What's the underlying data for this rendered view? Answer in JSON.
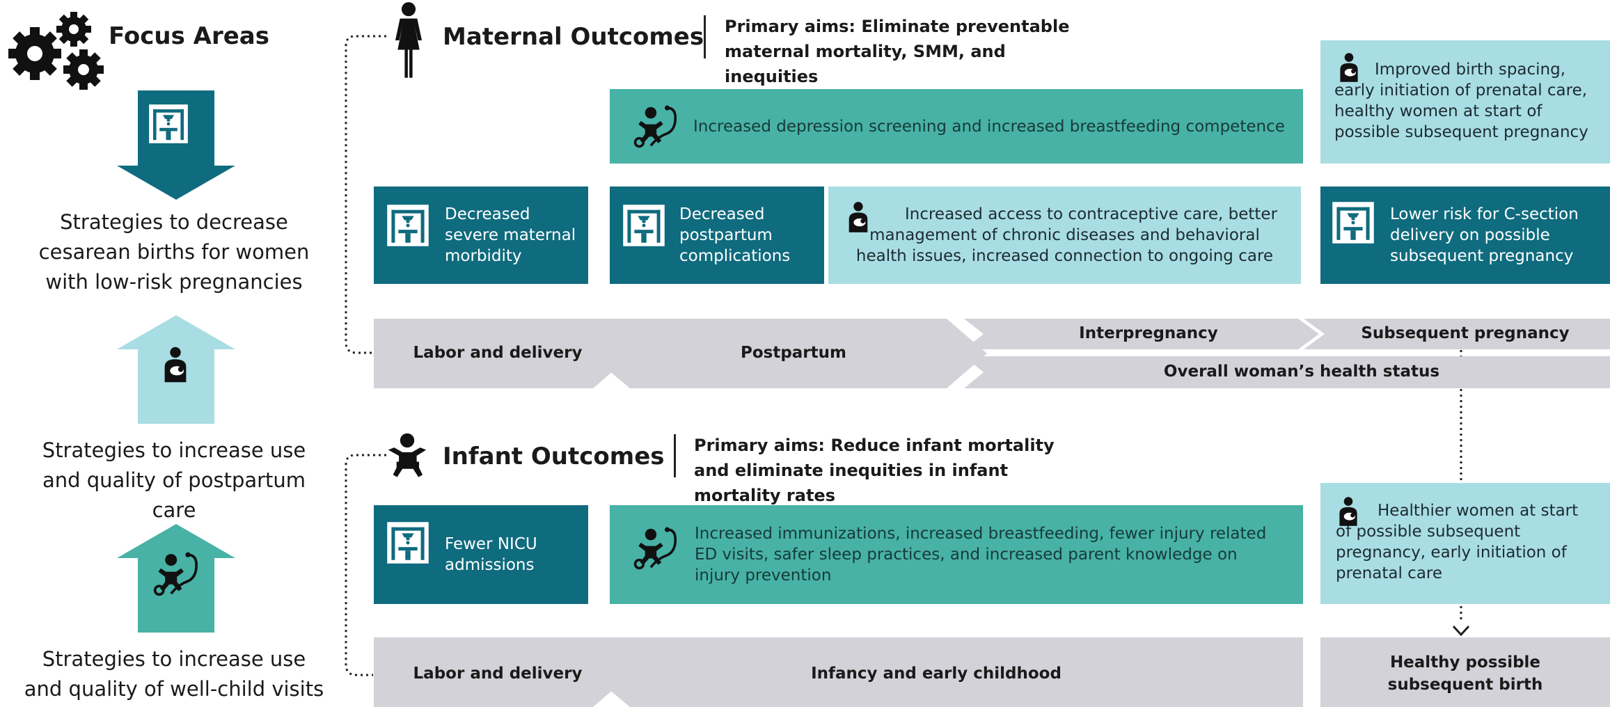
{
  "focus": {
    "title": "Focus Areas",
    "strategies": [
      "Strategies to decrease cesarean births for women with low-risk pregnancies",
      "Strategies to increase use and quality of postpartum care",
      "Strategies to increase use and quality of well-child visits"
    ],
    "colors": {
      "dark": "#0f6b7e",
      "light": "#a8dde3",
      "mid": "#47b2a5"
    }
  },
  "maternal": {
    "title": "Maternal Outcomes",
    "aims": "Primary aims: Eliminate preventable maternal mortality, SMM, and inequities",
    "boxes": {
      "birth_spacing": "Improved birth spacing, early initiation of prenatal care, healthy women at start of possible subsequent pregnancy",
      "depression": "Increased depression screening and increased breastfeeding competence",
      "smm": "Decreased severe maternal morbidity",
      "complications": "Decreased postpartum complications",
      "contraceptive": "Increased access to contraceptive care, better management of chronic diseases and behavioral health issues, increased connection to ongoing care",
      "csection": "Lower risk for C-section delivery on possible subsequent pregnancy"
    },
    "timeline": [
      "Labor and delivery",
      "Postpartum",
      "Interpregnancy",
      "Subsequent pregnancy",
      "Overall woman’s health status"
    ]
  },
  "infant": {
    "title": "Infant Outcomes",
    "aims": "Primary aims: Reduce infant mortality and eliminate inequities in infant mortality rates",
    "boxes": {
      "nicu": "Fewer NICU admissions",
      "immunizations": "Increased immunizations, increased breastfeeding, fewer injury related ED visits, safer sleep practices, and increased parent knowledge on injury prevention",
      "healthier": "Healthier women at start of possible subsequent pregnancy, early initiation of prenatal care"
    },
    "timeline": [
      "Labor and delivery",
      "Infancy and early childhood",
      "Healthy possible subsequent birth"
    ]
  },
  "icons": [
    "gears-icon",
    "hospital-icon",
    "mother-infant-icon",
    "baby-stethoscope-icon",
    "woman-icon",
    "baby-icon"
  ]
}
